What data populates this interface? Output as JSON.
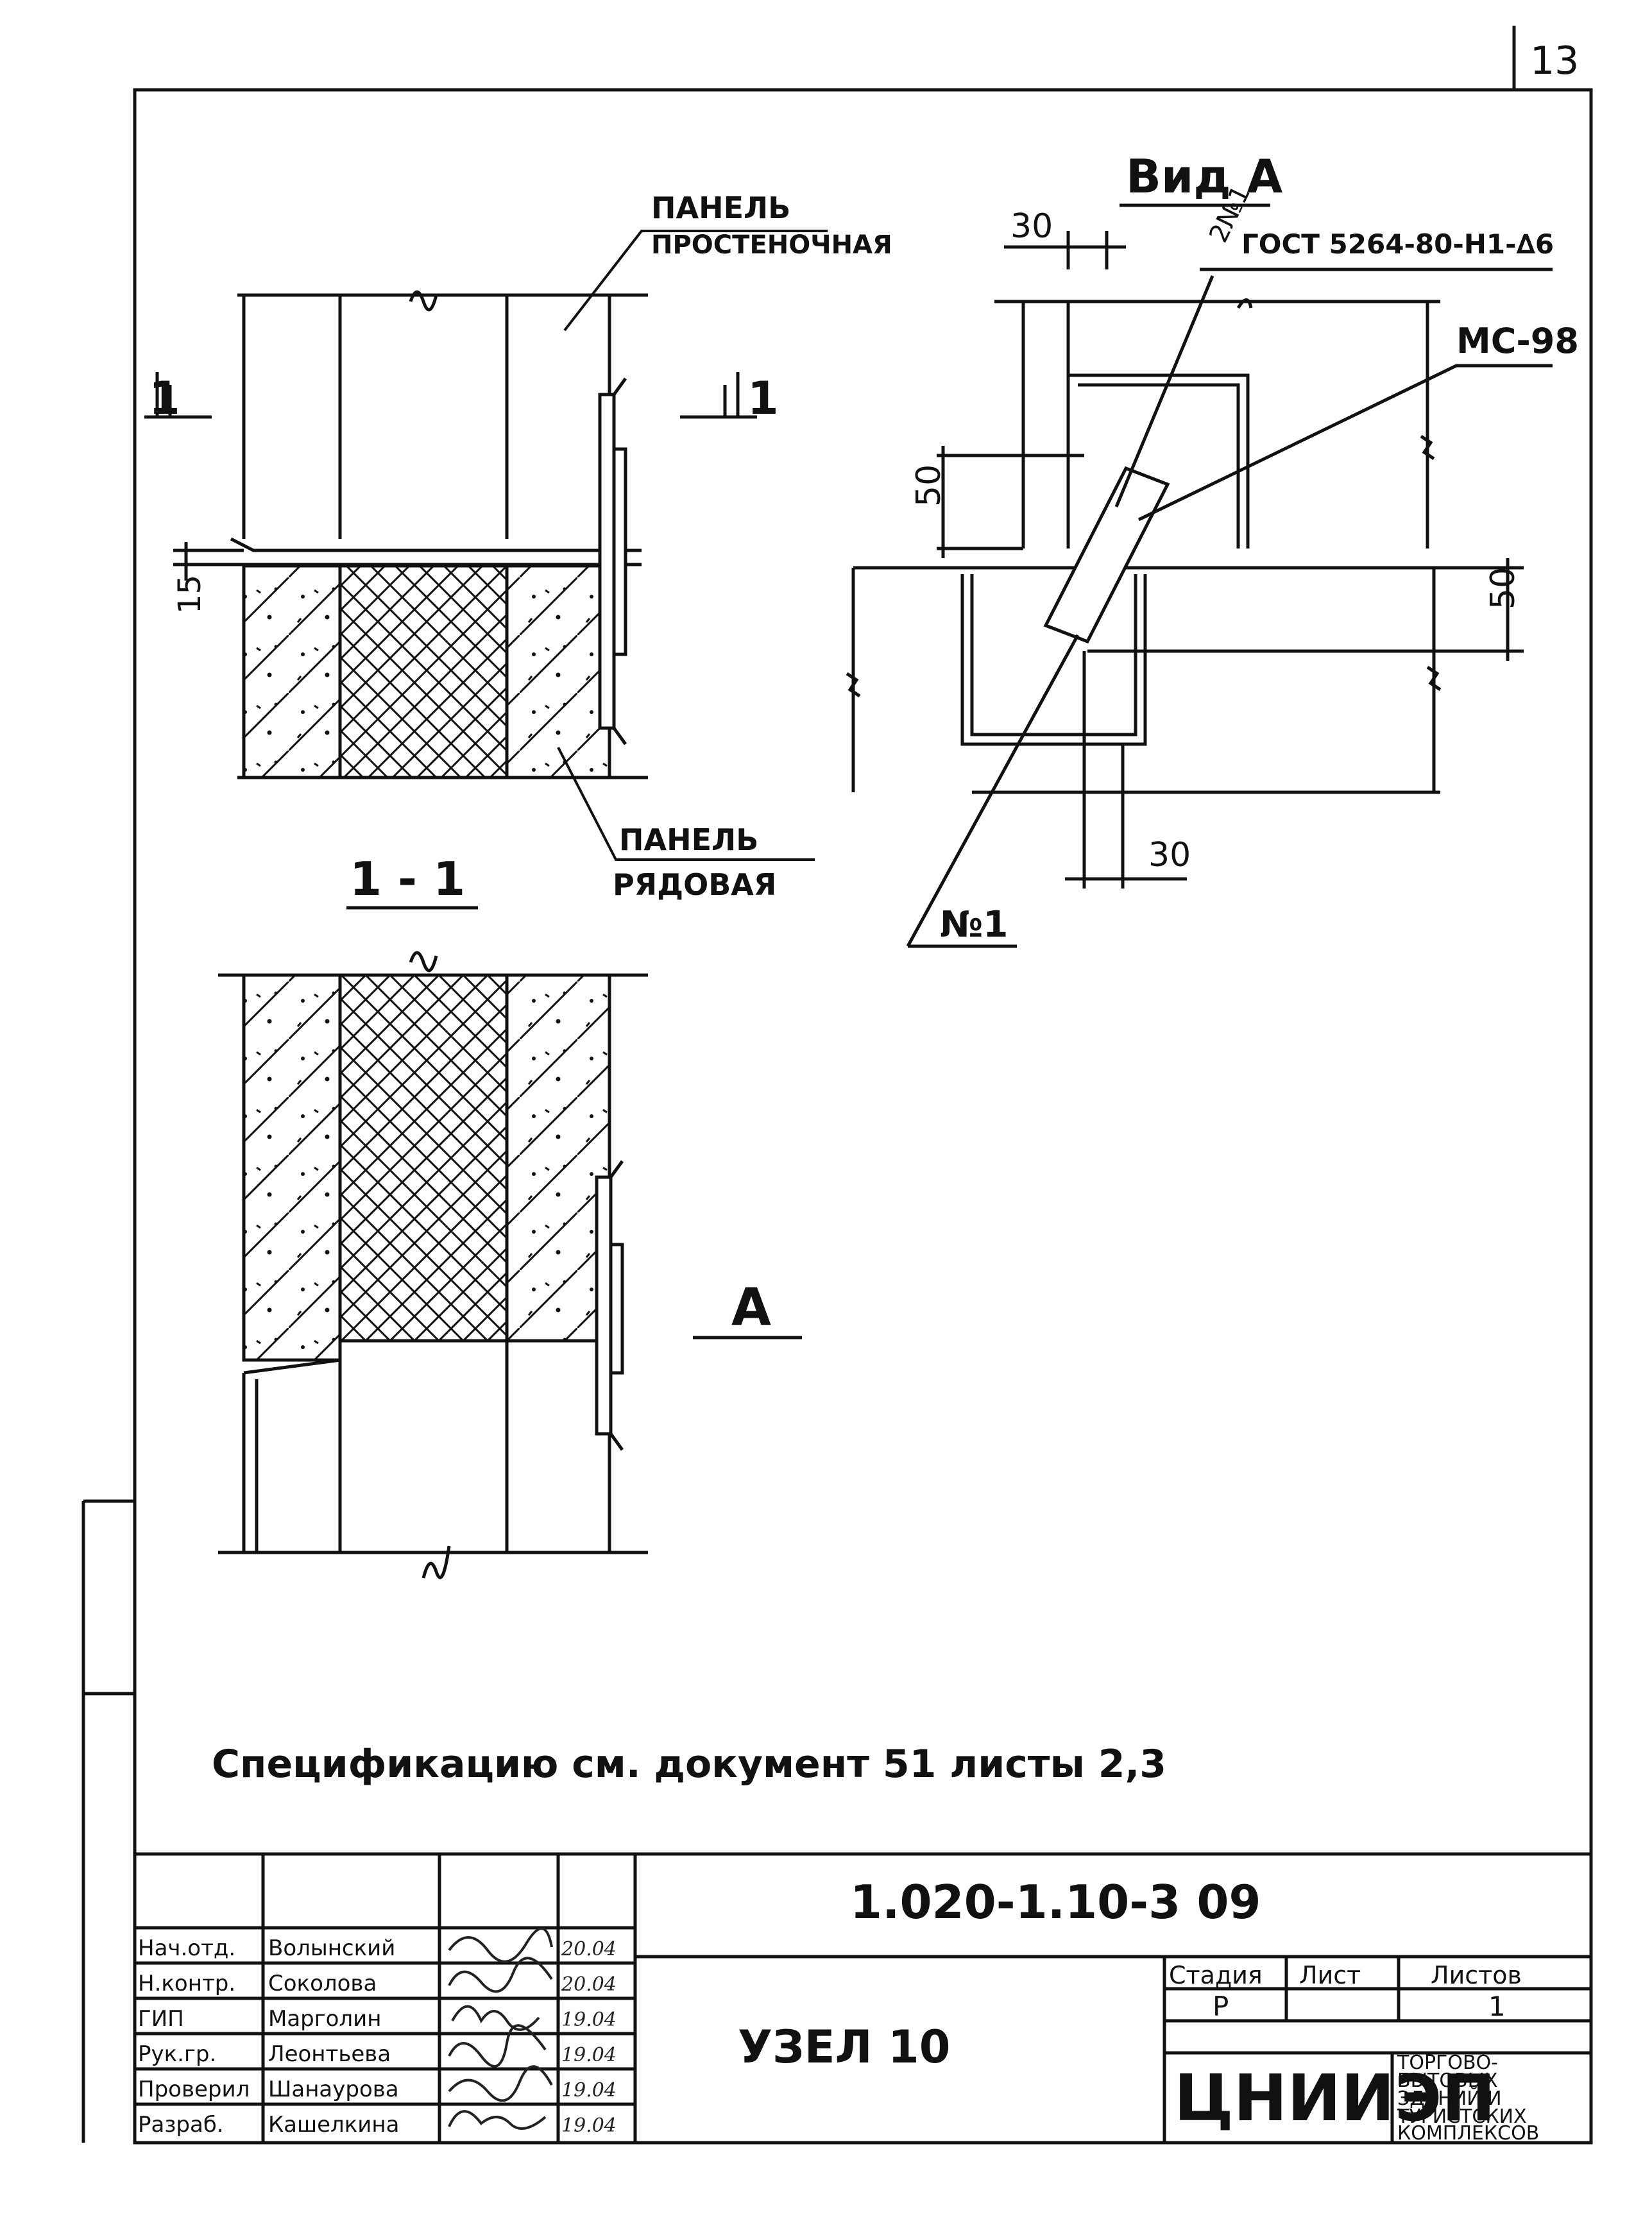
{
  "sheet_number": "13",
  "labels": {
    "panel_wall_line1": "ПАНЕЛЬ",
    "panel_wall_line2": "ПРОСТЕНОЧНАЯ",
    "panel_row_line1": "ПАНЕЛЬ",
    "panel_row_line2": "РЯДОВАЯ",
    "section_mark": "1",
    "section_title": "1 - 1",
    "view_a_title": "Вид А",
    "view_a_mark": "А",
    "gost": "ГОСТ 5264-80-Н1-∆6",
    "weld_ref": "2№1",
    "mc98": "МС-98",
    "pos1": "№1"
  },
  "dimensions": {
    "d15": "15",
    "d30_top": "30",
    "d50_left": "50",
    "d50_right": "50",
    "d30_bottom": "30"
  },
  "note": "Спецификацию см. документ 51 листы 2,3",
  "title_block": {
    "doc_code": "1.020-1.10-3 09",
    "node_title": "УЗЕЛ 10",
    "stage_header": "Стадия",
    "sheet_header": "Лист",
    "sheets_header": "Листов",
    "stage_value": "Р",
    "sheet_value": "",
    "sheets_value": "1",
    "org": "ЦНИИЭП",
    "org_desc": [
      "ТОРГОВО-",
      "БЫТОВЫХ",
      "ЗДАНИЙ И",
      "ТУРИСТСКИХ",
      "КОМПЛЕКСОВ"
    ],
    "rows": [
      {
        "role": "Нач.отд.",
        "name": "Волынский",
        "date": "20.04"
      },
      {
        "role": "Н.контр.",
        "name": "Соколова",
        "date": "20.04"
      },
      {
        "role": "ГИП",
        "name": "Марголин",
        "date": "19.04"
      },
      {
        "role": "Рук.гр.",
        "name": "Леонтьева",
        "date": "19.04"
      },
      {
        "role": "Проверил",
        "name": "Шанаурова",
        "date": "19.04"
      },
      {
        "role": "Разраб.",
        "name": "Кашелкина",
        "date": "19.04"
      }
    ]
  }
}
